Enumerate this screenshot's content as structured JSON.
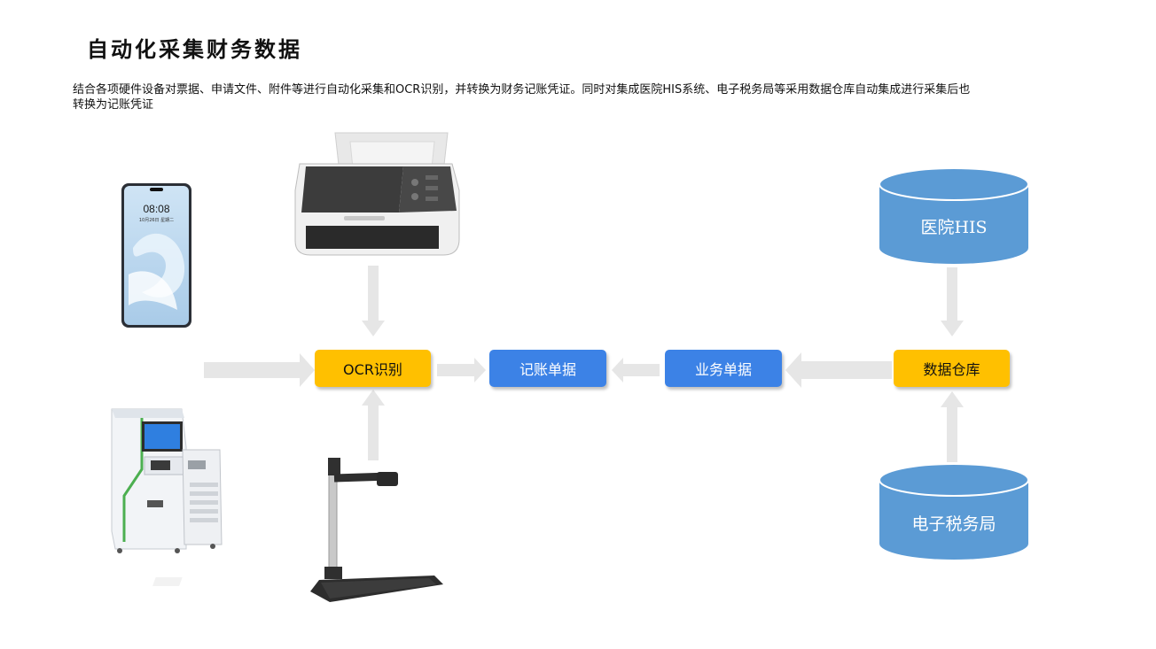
{
  "page": {
    "title": "自动化采集财务数据",
    "description": "结合各项硬件设备对票据、申请文件、附件等进行自动化采集和OCR识别，并转换为财务记账凭证。同时对集成医院HIS系统、电子税务局等采用数据仓库自动集成进行采集后也转换为记账凭证"
  },
  "devices": {
    "phone_time": "08:08",
    "phone_date": "10月26日 星期二"
  },
  "nodes": {
    "ocr": "OCR识别",
    "voucher": "记账单据",
    "business": "业务单据",
    "warehouse": "数据仓库"
  },
  "databases": {
    "his": "医院HIS",
    "tax": "电子税务局"
  },
  "colors": {
    "yellow": "#ffc000",
    "blue": "#3c82e6",
    "db_blue": "#5b9bd5",
    "arrow_gray": "#e6e6e6"
  }
}
